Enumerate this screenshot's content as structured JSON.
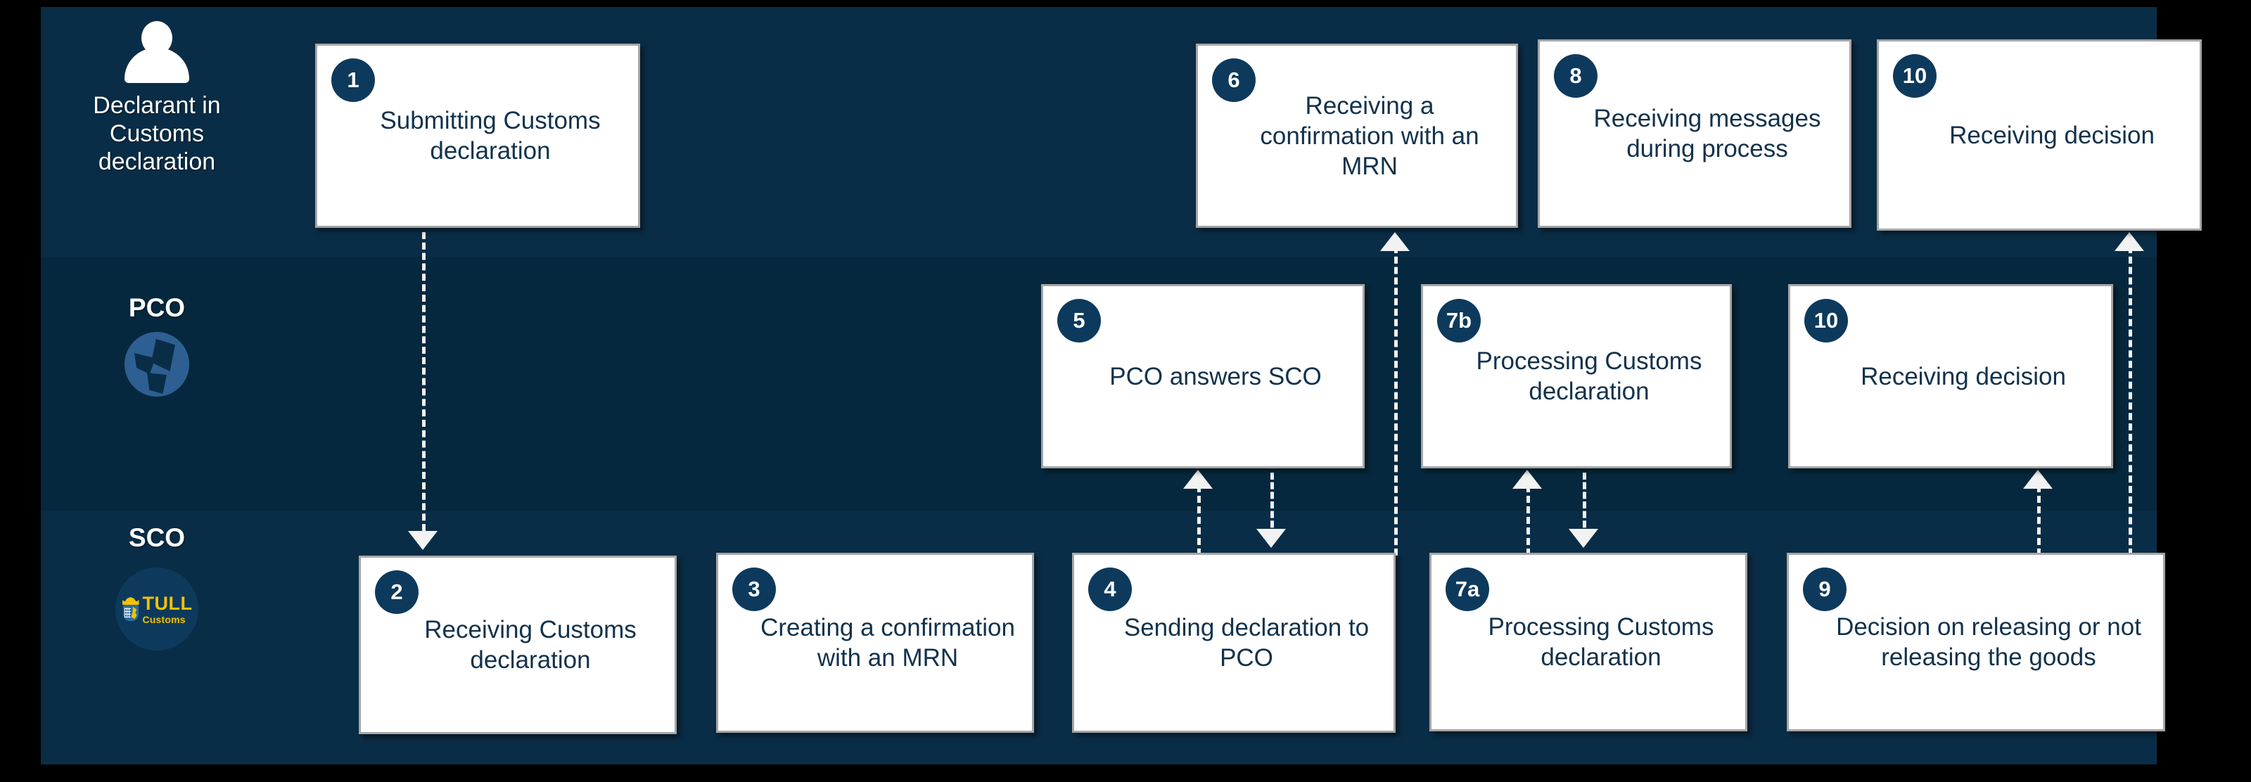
{
  "colors": {
    "page_background": "#000000",
    "lane_light": "#0a2d47",
    "lane_dark": "#06283e",
    "box_fill": "#ffffff",
    "box_border": "#a6a6a6",
    "badge": "#0d3a5c",
    "text_dark": "#12324b",
    "accent_yellow": "#f2c200",
    "globe_blue": "#2e5f92"
  },
  "lanes": [
    {
      "id": "declarant",
      "title_line1": "Declarant in",
      "title_line2": "Customs",
      "title_line3": "declaration",
      "icon": "person-icon"
    },
    {
      "id": "pco",
      "title": "PCO",
      "icon": "globe-icon"
    },
    {
      "id": "sco",
      "title": "SCO",
      "icon": "tull-customs-logo",
      "logo_text_main": "TULL",
      "logo_text_sub": "Customs"
    }
  ],
  "steps": [
    {
      "number": "1",
      "lane": "declarant",
      "label": "Submitting Customs declaration"
    },
    {
      "number": "6",
      "lane": "declarant",
      "label": "Receiving a confirmation with an MRN"
    },
    {
      "number": "8",
      "lane": "declarant",
      "label": "Receiving messages during process"
    },
    {
      "number": "10",
      "lane": "declarant",
      "label": "Receiving decision"
    },
    {
      "number": "5",
      "lane": "pco",
      "label": "PCO answers SCO"
    },
    {
      "number": "7b",
      "lane": "pco",
      "label": "Processing Customs declaration"
    },
    {
      "number": "10",
      "lane": "pco",
      "label": "Receiving decision"
    },
    {
      "number": "2",
      "lane": "sco",
      "label": "Receiving Customs declaration"
    },
    {
      "number": "3",
      "lane": "sco",
      "label": "Creating a confirmation with an MRN"
    },
    {
      "number": "4",
      "lane": "sco",
      "label": "Sending declaration to PCO"
    },
    {
      "number": "7a",
      "lane": "sco",
      "label": "Processing Customs declaration"
    },
    {
      "number": "9",
      "lane": "sco",
      "label": "Decision on releasing or not releasing the goods"
    }
  ],
  "connectors": [
    {
      "from": "1",
      "to": "2",
      "direction": "down"
    },
    {
      "from": "4",
      "to": "5",
      "direction": "up"
    },
    {
      "from": "5",
      "to": "4",
      "direction": "down"
    },
    {
      "from": "3",
      "to": "6",
      "direction": "up"
    },
    {
      "from": "7a",
      "to": "7b",
      "direction": "up"
    },
    {
      "from": "7b",
      "to": "7a",
      "direction": "down"
    },
    {
      "from": "9",
      "to": "10-pco",
      "direction": "up"
    },
    {
      "from": "9",
      "to": "10-declarant",
      "direction": "up"
    }
  ]
}
